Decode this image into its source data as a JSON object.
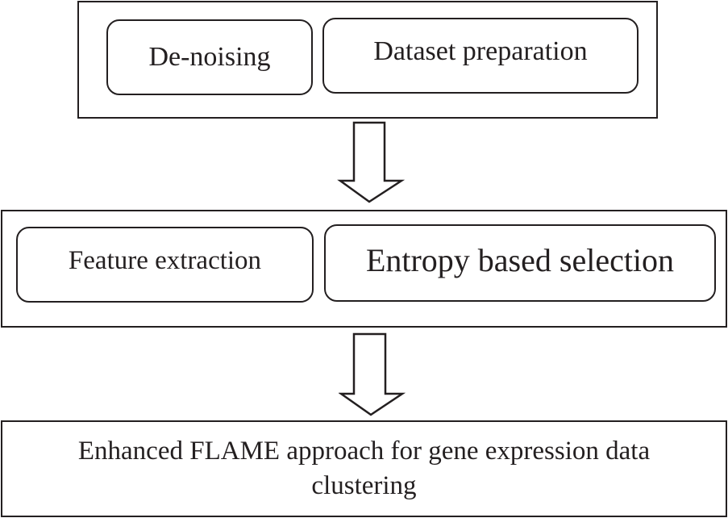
{
  "stages": [
    {
      "steps": [
        {
          "label": "De-noising"
        },
        {
          "label": "Dataset preparation"
        }
      ]
    },
    {
      "steps": [
        {
          "label": "Feature extraction"
        },
        {
          "label": "Entropy based selection"
        }
      ]
    }
  ],
  "final": {
    "line1": "Enhanced FLAME approach for gene expression data",
    "line2": "clustering"
  },
  "colors": {
    "stroke": "#231f20",
    "background": "#ffffff"
  }
}
